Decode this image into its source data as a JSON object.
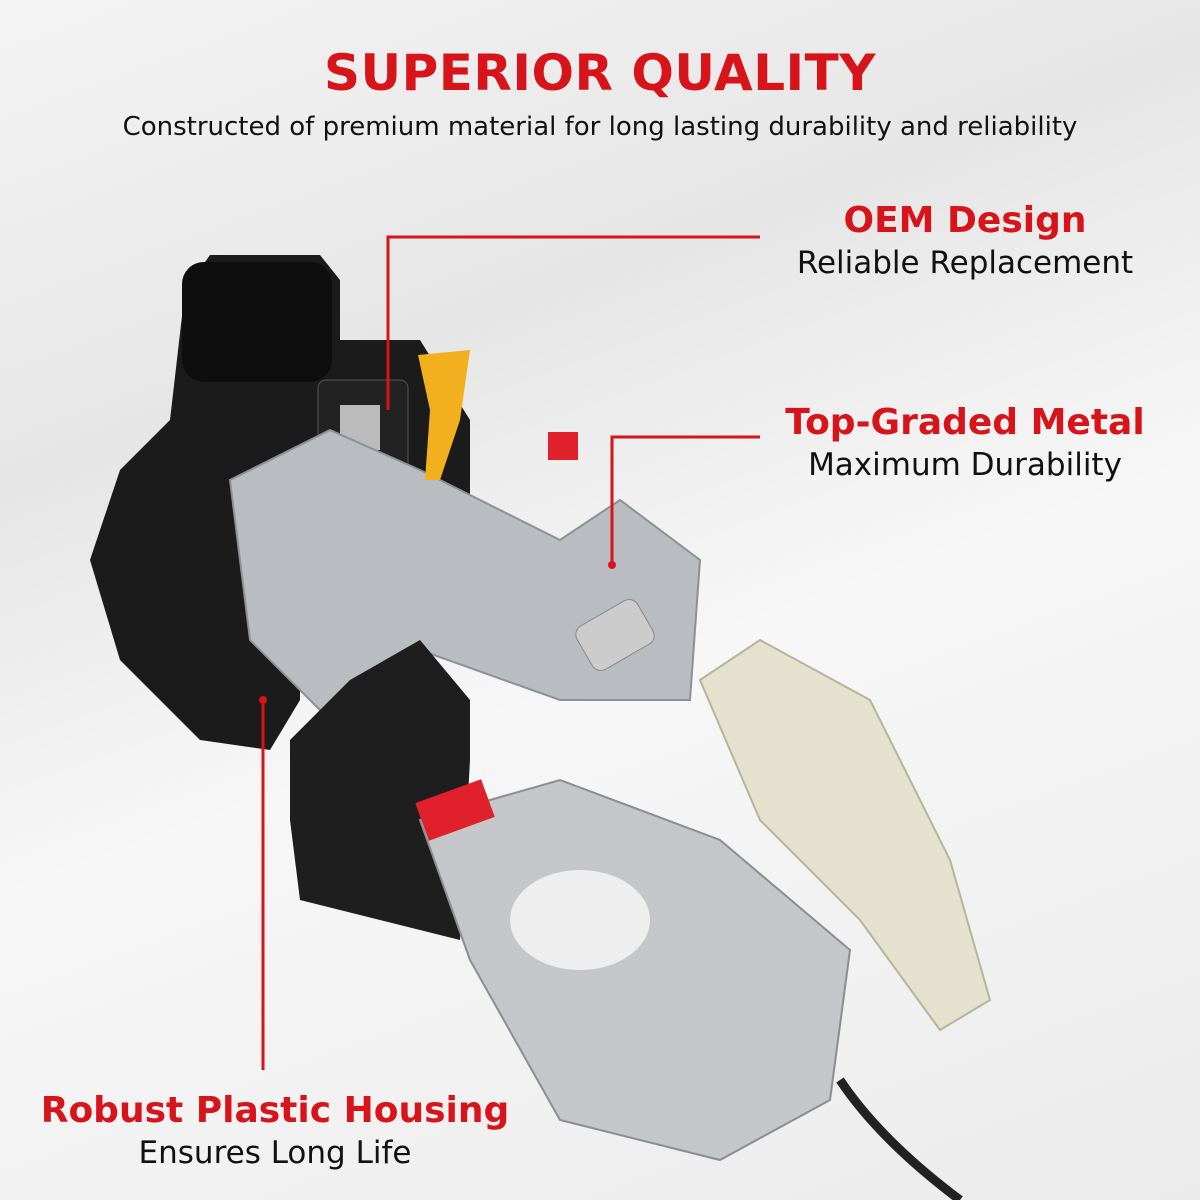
{
  "header": {
    "title": "SUPERIOR QUALITY",
    "subtitle": "Constructed of premium material for long lasting durability and reliability"
  },
  "callouts": [
    {
      "heading": "OEM Design",
      "text": "Reliable Replacement"
    },
    {
      "heading": "Top-Graded Metal",
      "text": "Maximum Durability"
    },
    {
      "heading": "Robust Plastic Housing",
      "text": "Ensures Long Life"
    }
  ],
  "colors": {
    "accent": "#d7141a",
    "text": "#111111"
  }
}
